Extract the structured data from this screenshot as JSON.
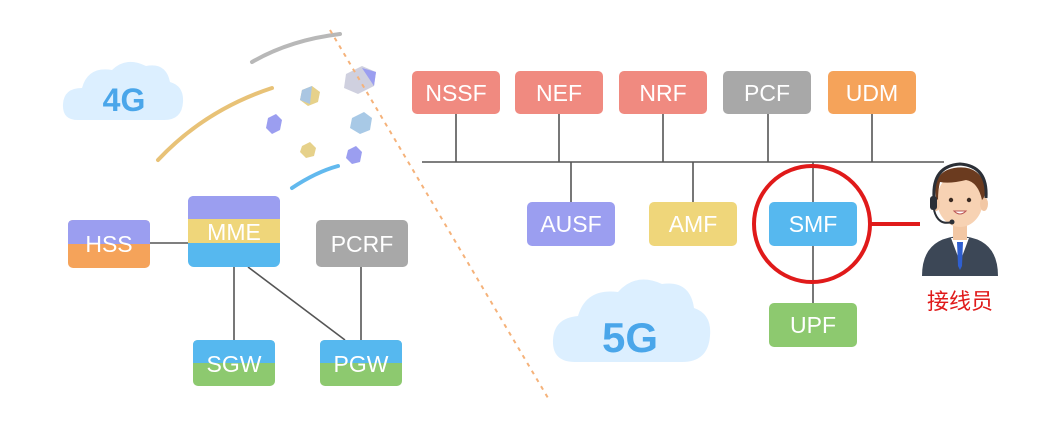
{
  "clouds": {
    "g4": {
      "label": "4G"
    },
    "g5": {
      "label": "5G"
    }
  },
  "nodes_4g": {
    "hss": {
      "label": "HSS"
    },
    "mme": {
      "label": "MME"
    },
    "pcrf": {
      "label": "PCRF"
    },
    "sgw": {
      "label": "SGW"
    },
    "pgw": {
      "label": "PGW"
    }
  },
  "nodes_5g_top": {
    "nssf": {
      "label": "NSSF"
    },
    "nef": {
      "label": "NEF"
    },
    "nrf": {
      "label": "NRF"
    },
    "pcf": {
      "label": "PCF"
    },
    "udm": {
      "label": "UDM"
    }
  },
  "nodes_5g_bottom": {
    "ausf": {
      "label": "AUSF"
    },
    "amf": {
      "label": "AMF"
    },
    "smf": {
      "label": "SMF"
    },
    "upf": {
      "label": "UPF"
    }
  },
  "agent": {
    "label": "接线员"
  },
  "colors": {
    "purple": "#9b9ef0",
    "yellow": "#efd67a",
    "blue": "#56b8ef",
    "orange": "#f5a35a",
    "green": "#8dc96f",
    "gray": "#a8a8a8",
    "salmon": "#f08a80",
    "highlight": "#e01a1a",
    "cloud": "#dcefff",
    "cloud_text": "#4aa6ea"
  }
}
